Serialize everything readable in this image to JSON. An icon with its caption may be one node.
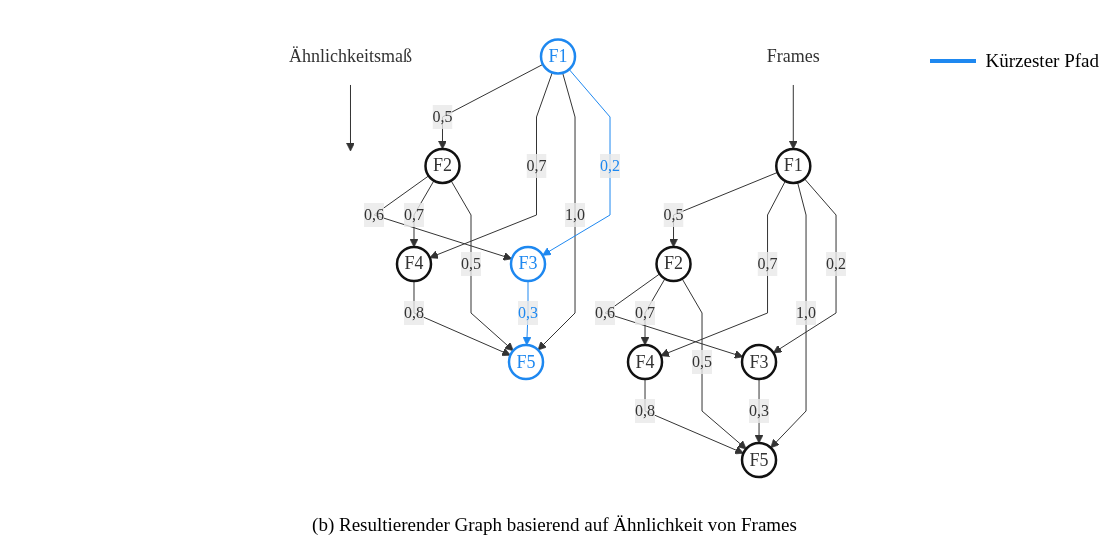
{
  "diagram": {
    "caption": "(b) Resultierender Graph basierend auf Ähnlichkeit von Frames",
    "nodes": [
      {
        "text": [
          "F1"
        ]
      },
      {
        "text": [
          "F2"
        ]
      },
      {
        "text": [
          "F3"
        ]
      },
      {
        "text": [
          "F4"
        ]
      },
      {
        "text": [
          "F5"
        ]
      },
      {
        "text": [
          "Frames"
        ]
      },
      {
        "text": [
          "Ähnlichkeitsmaß"
        ]
      },
      {
        "text": [
          "F1"
        ]
      },
      {
        "text": [
          "F2"
        ]
      },
      {
        "text": [
          "F3"
        ]
      },
      {
        "text": [
          "F4"
        ]
      },
      {
        "text": [
          "F5"
        ]
      }
    ],
    "edges": [
      {
        "from": 0,
        "to": 1,
        "arrow": "to",
        "label": "0,5"
      },
      {
        "from": 0,
        "to": 3,
        "arrow": "to",
        "label": "0,7"
      },
      {
        "from": 0,
        "to": 4,
        "arrow": "to",
        "label": "1,0"
      },
      {
        "from": 0,
        "to": 2,
        "arrow": "to",
        "label": "0,2"
      },
      {
        "from": 1,
        "to": 2,
        "arrow": "to",
        "label": "0,6"
      },
      {
        "from": 1,
        "to": 3,
        "arrow": "to",
        "label": "0,7"
      },
      {
        "from": 1,
        "to": 4,
        "arrow": "to",
        "label": "0,5"
      },
      {
        "from": 2,
        "to": 4,
        "arrow": "to",
        "label": "0,3"
      },
      {
        "from": 3,
        "to": 4,
        "arrow": "to",
        "label": "0,8"
      },
      {
        "from": 5,
        "to": 0,
        "arrow": "to"
      },
      {
        "from": 6,
        "to": null,
        "arrow": "to"
      },
      {
        "from": 7,
        "to": 8,
        "arrow": "to",
        "label": "0,5"
      },
      {
        "from": 7,
        "to": 10,
        "arrow": "to",
        "label": "0,7"
      },
      {
        "from": 7,
        "to": 11,
        "arrow": "to",
        "label": "1,0"
      },
      {
        "from": 7,
        "to": 9,
        "arrow": "to",
        "label": "0,2",
        "color": "#1e88f0"
      },
      {
        "from": 8,
        "to": 9,
        "arrow": "to",
        "label": "0,6"
      },
      {
        "from": 8,
        "to": 10,
        "arrow": "to",
        "label": "0,7"
      },
      {
        "from": 8,
        "to": 11,
        "arrow": "to",
        "label": "0,5"
      },
      {
        "from": 9,
        "to": 11,
        "arrow": "to",
        "label": "0,3",
        "color": "#1e88f0"
      },
      {
        "from": 10,
        "to": 11,
        "arrow": "to",
        "label": "0,8"
      }
    ],
    "legend": [
      {
        "text": "Kürzester Pfad"
      }
    ]
  }
}
